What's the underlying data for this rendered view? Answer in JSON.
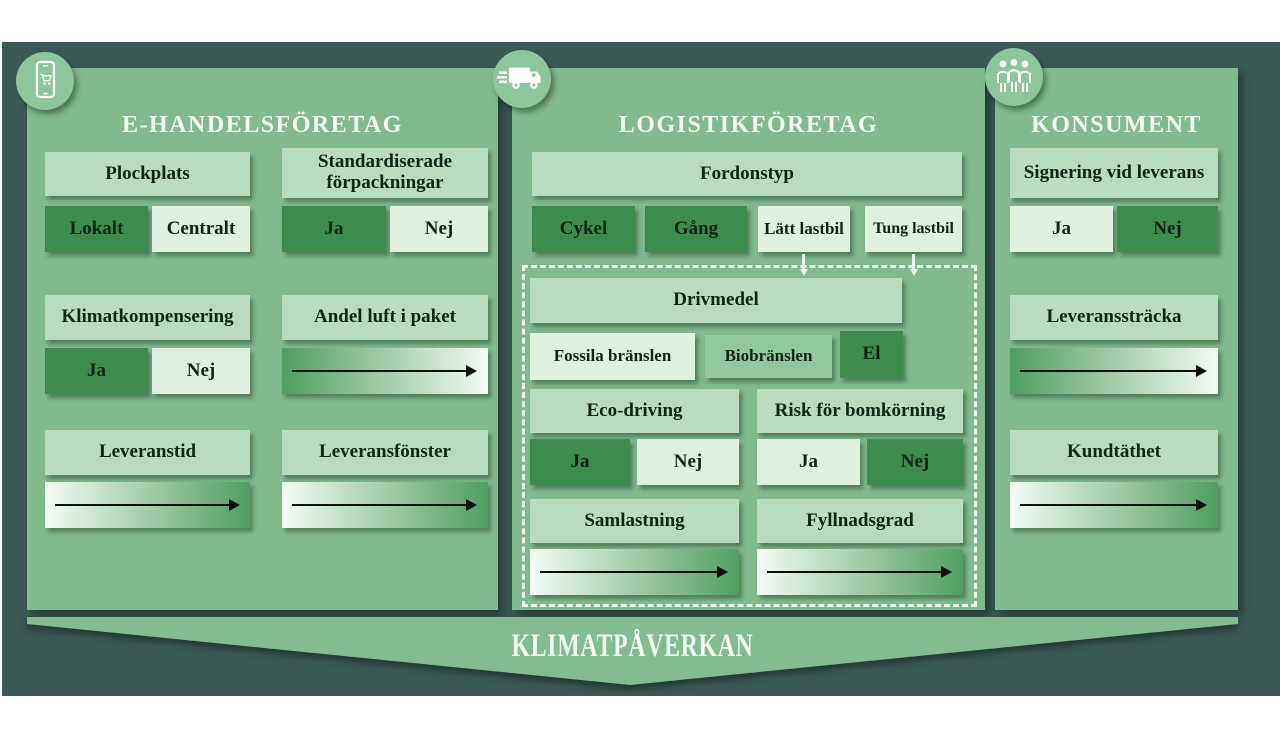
{
  "colors": {
    "outer_background": "#3c5a55",
    "panel_green": "#80ba8e",
    "header_box": "#b9dcc0",
    "option_light": "#dff0e1",
    "option_dark": "#3e8b4e",
    "option_mid": "#92c89f",
    "banner_green": "#83bc91",
    "text_dark": "#102316",
    "text_white": "#f4faf5",
    "arrow_black": "#0d0d0d"
  },
  "icons": {
    "col1": "phone-shopping-cart-icon",
    "col2": "delivery-truck-icon",
    "col3": "people-group-icon"
  },
  "col1": {
    "title": "E-HANDELSFÖRETAG",
    "plockplats": {
      "header": "Plockplats",
      "opt1": "Lokalt",
      "opt2": "Centralt"
    },
    "forpackningar": {
      "header": "Standardiserade förpackningar",
      "opt1": "Ja",
      "opt2": "Nej"
    },
    "klimatkompensering": {
      "header": "Klimatkompensering",
      "opt1": "Ja",
      "opt2": "Nej"
    },
    "andel_luft": {
      "header": "Andel luft i paket"
    },
    "leveranstid": {
      "header": "Leveranstid"
    },
    "leveransfonster": {
      "header": "Leveransfönster"
    }
  },
  "col2": {
    "title": "LOGISTIKFÖRETAG",
    "fordonstyp": {
      "header": "Fordonstyp",
      "opt1": "Cykel",
      "opt2": "Gång",
      "opt3": "Lätt lastbil",
      "opt4": "Tung lastbil"
    },
    "drivmedel": {
      "header": "Drivmedel",
      "opt1": "Fossila bränslen",
      "opt2": "Biobränslen",
      "opt3": "El"
    },
    "ecodriving": {
      "header": "Eco-driving",
      "opt1": "Ja",
      "opt2": "Nej"
    },
    "bomkorning": {
      "header": "Risk för bomkörning",
      "opt1": "Ja",
      "opt2": "Nej"
    },
    "samlastning": {
      "header": "Samlastning"
    },
    "fyllnadsgrad": {
      "header": "Fyllnadsgrad"
    }
  },
  "col3": {
    "title": "KONSUMENT",
    "signering": {
      "header": "Signering vid leverans",
      "opt1": "Ja",
      "opt2": "Nej"
    },
    "leveransstracka": {
      "header": "Leveranssträcka"
    },
    "kundtathet": {
      "header": "Kundtäthet"
    }
  },
  "banner": {
    "label": "KLIMATPÅVERKAN"
  }
}
